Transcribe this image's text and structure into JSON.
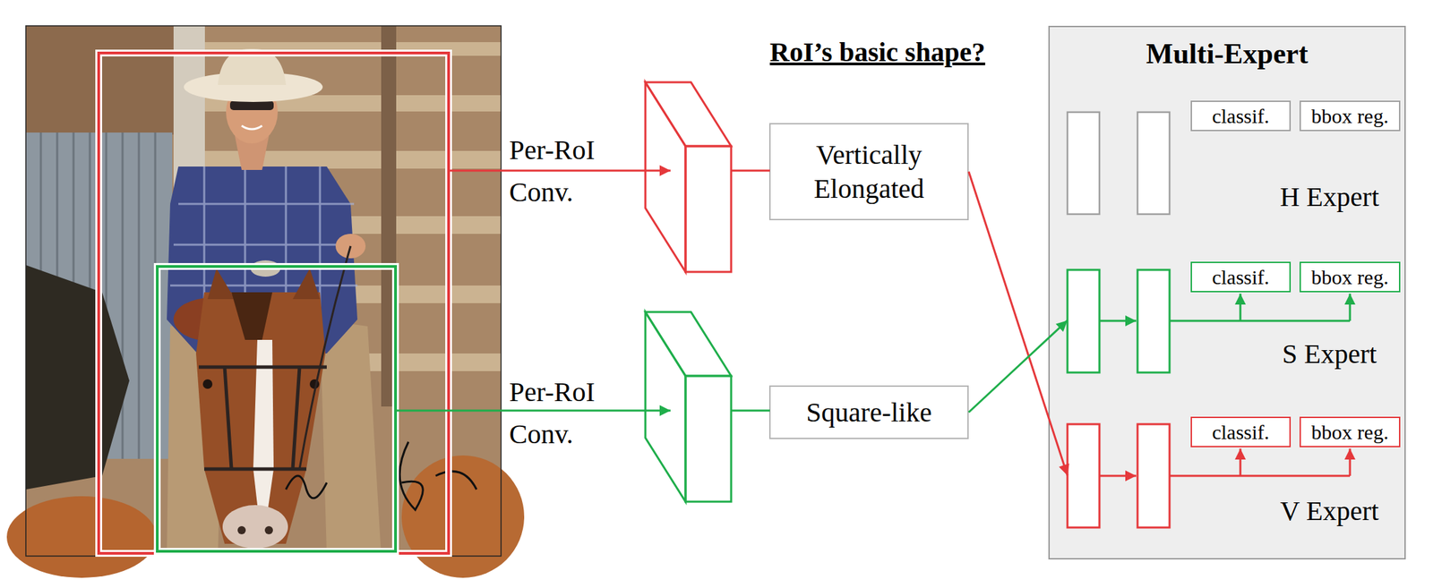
{
  "diagram": {
    "nodes": [
      {
        "text": [
          "Vertically Elongated"
        ]
      },
      {
        "text": [
          "Square-like"
        ]
      },
      {
        "text": [
          "Multi-Expert"
        ]
      },
      {
        "text": [
          "H Expert"
        ],
        "in": 2
      },
      {
        "text": [
          "classif."
        ],
        "in": 3
      },
      {
        "text": [
          "bbox reg."
        ],
        "in": 3
      },
      {
        "text": [
          "S Expert"
        ],
        "in": 2
      },
      {
        "text": [
          "classif."
        ],
        "in": 6
      },
      {
        "text": [
          "bbox reg."
        ],
        "in": 6
      },
      {
        "text": [
          "V Expert"
        ],
        "in": 2
      },
      {
        "text": [
          "classif."
        ],
        "in": 9
      },
      {
        "text": [
          "bbox reg."
        ],
        "in": 9
      }
    ],
    "edges": [
      {
        "from": 0,
        "to": 9,
        "arrow": "to"
      },
      {
        "from": 1,
        "to": 6,
        "arrow": "to"
      }
    ],
    "labels": [
      "RoI’s basic shape?",
      "Per-RoI Conv.",
      "Per-RoI Conv."
    ]
  }
}
